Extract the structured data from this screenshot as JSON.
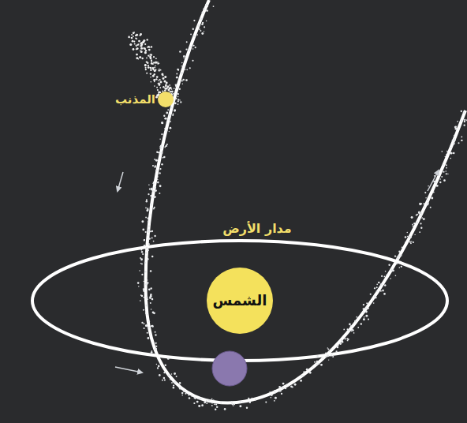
{
  "diagram": {
    "nodes": [
      {
        "text": [
          "المذنب"
        ]
      },
      {
        "text": [
          "الشمس"
        ]
      }
    ],
    "labels": [
      "مدار الأرض"
    ]
  }
}
